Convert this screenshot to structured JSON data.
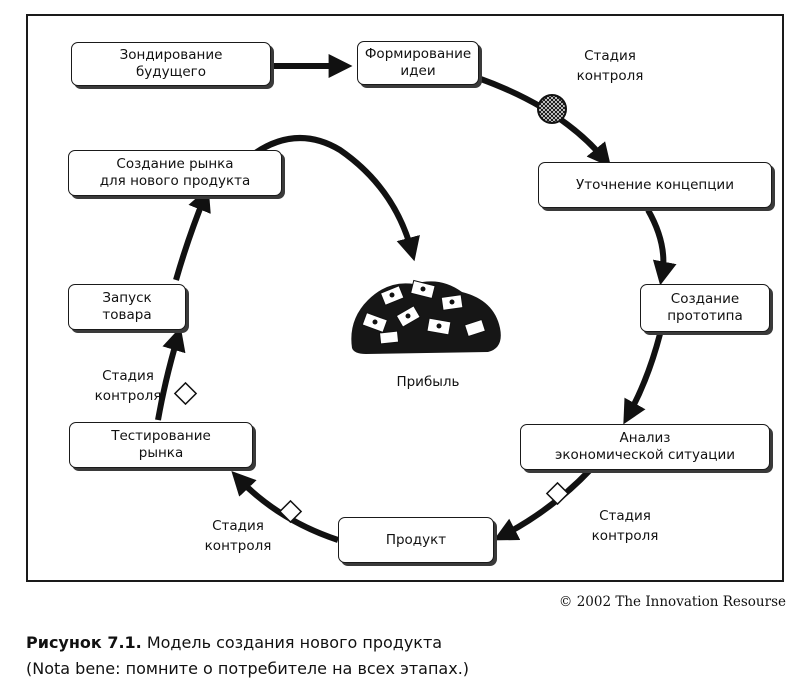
{
  "nodes": {
    "sounding": "Зондирование\nбудущего",
    "idea": "Формирование\nидеи",
    "concept": "Уточнение концепции",
    "prototype": "Создание\nпрототипа",
    "analysis": "Анализ\nэкономической ситуации",
    "product": "Продукт",
    "testing": "Тестирование\nрынка",
    "launch": "Запуск\nтовара",
    "market": "Создание рынка\nдля нового продукта"
  },
  "center_label": "Прибыль",
  "control_labels": {
    "top": "Стадия\nконтроля",
    "right_bottom": "Стадия\nконтроля",
    "bottom_left": "Стадия\nконтроля",
    "left": "Стадия\nконтроля"
  },
  "copyright": "© 2002 The Innovation Resourse",
  "caption": {
    "figure": "Рисунок 7.1.",
    "title": " Модель создания нового продукта",
    "note": "(Nota bene: помните о потребителе на всех этапах.)"
  }
}
